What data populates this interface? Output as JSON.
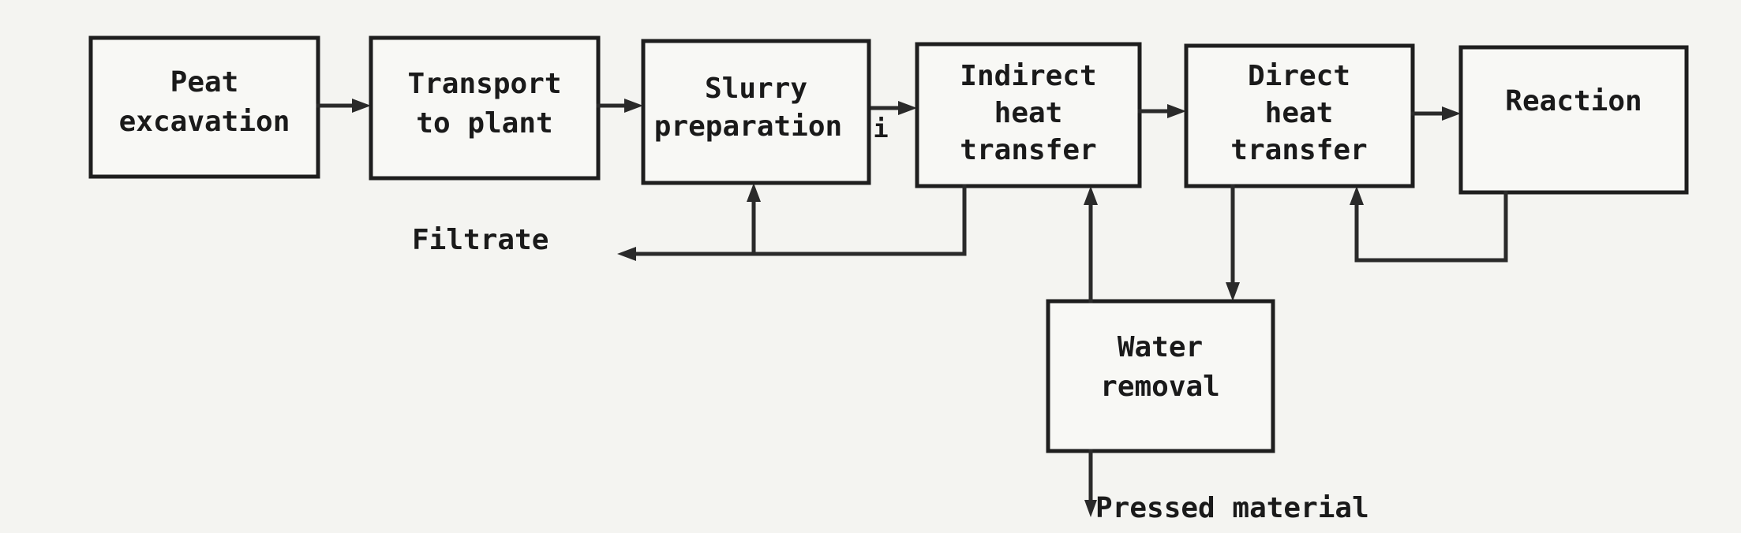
{
  "diagram": {
    "nodes": [
      {
        "id": "peat_excavation",
        "lines": [
          "Peat",
          "excavation"
        ]
      },
      {
        "id": "transport_to_plant",
        "lines": [
          "Transport",
          "to plant"
        ]
      },
      {
        "id": "slurry_preparation",
        "lines": [
          "Slurry",
          "preparation"
        ],
        "mark": "i"
      },
      {
        "id": "indirect_heat_transfer",
        "lines": [
          "Indirect",
          "heat",
          "transfer"
        ]
      },
      {
        "id": "direct_heat_transfer",
        "lines": [
          "Direct",
          "heat",
          "transfer"
        ]
      },
      {
        "id": "reaction",
        "lines": [
          "Reaction"
        ]
      },
      {
        "id": "water_removal",
        "lines": [
          "Water",
          "removal"
        ]
      }
    ],
    "flows": [
      {
        "from": "peat_excavation",
        "to": "transport_to_plant"
      },
      {
        "from": "transport_to_plant",
        "to": "slurry_preparation"
      },
      {
        "from": "slurry_preparation",
        "to": "indirect_heat_transfer"
      },
      {
        "from": "indirect_heat_transfer",
        "to": "direct_heat_transfer"
      },
      {
        "from": "direct_heat_transfer",
        "to": "reaction"
      },
      {
        "from": "reaction",
        "to": "direct_heat_transfer"
      },
      {
        "from": "direct_heat_transfer",
        "to": "water_removal"
      },
      {
        "from": "water_removal",
        "to": "indirect_heat_transfer"
      },
      {
        "from": "indirect_heat_transfer",
        "to": "slurry_preparation"
      },
      {
        "from": "indirect_heat_transfer",
        "to": "filtrate"
      },
      {
        "from": "water_removal",
        "to": "pressed_material"
      }
    ],
    "outputs": {
      "filtrate": "Filtrate",
      "pressed_material": "Pressed material"
    }
  }
}
